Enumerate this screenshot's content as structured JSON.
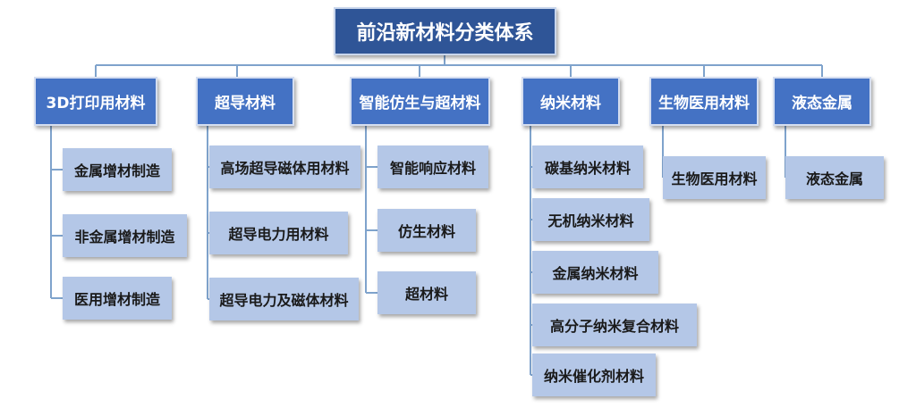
{
  "root": "前沿新材料分类体系",
  "categories": [
    {
      "label": "3D打印用材料",
      "items": [
        "金属增材制造",
        "非金属增材制造",
        "医用增材制造"
      ]
    },
    {
      "label": "超导材料",
      "items": [
        "高场超导磁体用材料",
        "超导电力用材料",
        "超导电力及磁体材料"
      ]
    },
    {
      "label": "智能仿生与超材料",
      "items": [
        "智能响应材料",
        "仿生材料",
        "超材料"
      ]
    },
    {
      "label": "纳米材料",
      "items": [
        "碳基纳米材料",
        "无机纳米材料",
        "金属纳米材料",
        "高分子纳米复合材料",
        "纳米催化剂材料"
      ]
    },
    {
      "label": "生物医用材料",
      "items": [
        "生物医用材料"
      ]
    },
    {
      "label": "液态金属",
      "items": [
        "液态金属"
      ]
    }
  ]
}
